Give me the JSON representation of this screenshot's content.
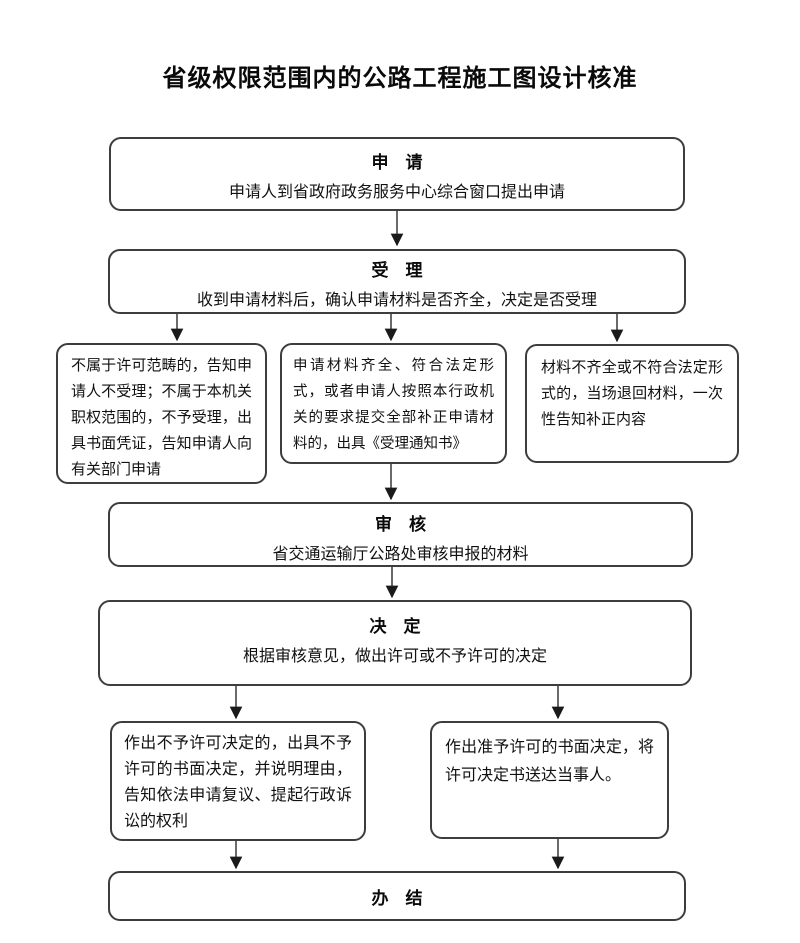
{
  "page": {
    "title": "省级权限范围内的公路工程施工图设计核准"
  },
  "nodes": {
    "apply": {
      "title": "申　请",
      "desc": "申请人到省政府政务服务中心综合窗口提出申请"
    },
    "accept": {
      "title": "受　理",
      "desc": "收到申请材料后，确认申请材料是否齐全，决定是否受理"
    },
    "branch_left": {
      "text": "不属于许可范畴的，告知申请人不受理；不属于本机关职权范围的，不予受理，出具书面凭证，告知申请人向有关部门申请"
    },
    "branch_mid": {
      "text": "申请材料齐全、符合法定形式，或者申请人按照本行政机关的要求提交全部补正申请材料的，出具《受理通知书》"
    },
    "branch_right": {
      "text": "材料不齐全或不符合法定形式的，当场退回材料，一次性告知补正内容"
    },
    "review": {
      "title": "审　核",
      "desc": "省交通运输厅公路处审核申报的材料"
    },
    "decide": {
      "title": "决　定",
      "desc": "根据审核意见，做出许可或不予许可的决定"
    },
    "outcome_left": {
      "text": "作出不予许可决定的，出具不予许可的书面决定，并说明理由，告知依法申请复议、提起行政诉讼的权利"
    },
    "outcome_right": {
      "text": "作出准予许可的书面决定，将许可决定书送达当事人。"
    },
    "final": {
      "title": "办　结"
    }
  },
  "colors": {
    "border": "#3d3d3d",
    "connector": "#2b2b2b",
    "text": "#111111",
    "background": "#ffffff"
  }
}
